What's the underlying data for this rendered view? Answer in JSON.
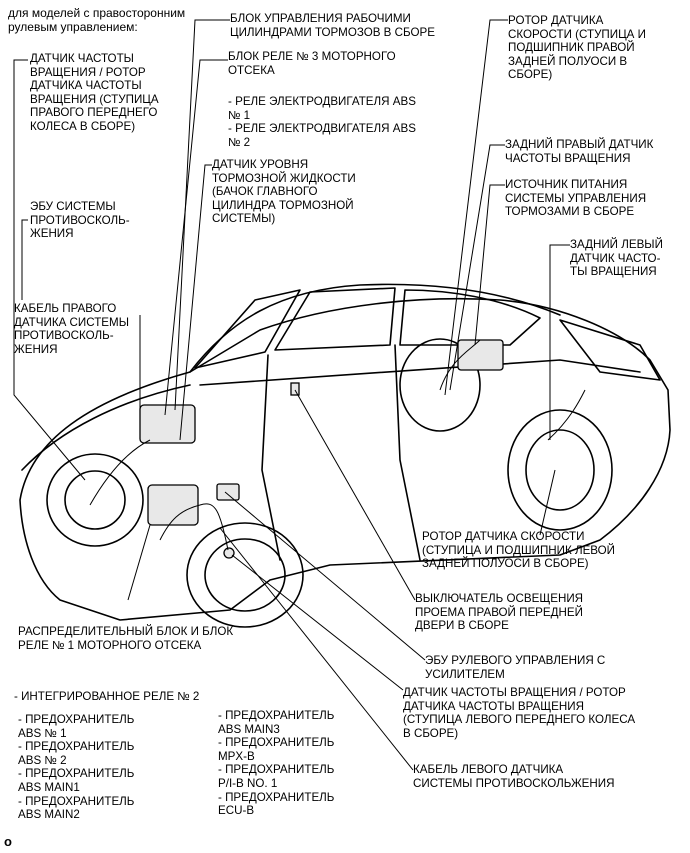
{
  "header": "для моделей с правосторонним\nрулевым управлением:",
  "labels": {
    "brake_actuator": "БЛОК УПРАВЛЕНИЯ РАБОЧИМИ\nЦИЛИНДРАМИ ТОРМОЗОВ В СБОРЕ",
    "relay_block_3": "БЛОК РЕЛЕ № 3 МОТОРНОГО\nОТСЕКА",
    "relay_list": "- РЕЛЕ ЭЛЕКТРОДВИГАТЕЛЯ ABS\n№ 1\n- РЕЛЕ ЭЛЕКТРОДВИГАТЕЛЯ ABS\n№ 2",
    "fluid_level": "ДАТЧИК УРОВНЯ\nТОРМОЗНОЙ ЖИДКОСТИ\n(БАЧОК ГЛАВНОГО\nЦИЛИНДРА ТОРМОЗНОЙ\nСИСТЕМЫ)",
    "front_right_sensor": "ДАТЧИК ЧАСТОТЫ\nВРАЩЕНИЯ / РОТОР\nДАТЧИКА ЧАСТОТЫ\nВРАЩЕНИЯ (СТУПИЦА\nПРАВОГО ПЕРЕДНЕГО\nКОЛЕСА В СБОРЕ)",
    "ecu_skid": "ЭБУ СИСТЕМЫ\nПРОТИВОСКОЛЬ-\nЖЕНИЯ",
    "cable_right": "КАБЕЛЬ ПРАВОГО\nДАТЧИКА СИСТЕМЫ\nПРОТИВОСКОЛЬ-\nЖЕНИЯ",
    "rotor_right_rear": "РОТОР ДАТЧИКА\nСКОРОСТИ (СТУПИЦА И\nПОДШИПНИК ПРАВОЙ\nЗАДНЕЙ ПОЛУОСИ В\nСБОРЕ)",
    "rear_right_sensor": "ЗАДНИЙ ПРАВЫЙ ДАТЧИК\nЧАСТОТЫ ВРАЩЕНИЯ",
    "power_source": "ИСТОЧНИК ПИТАНИЯ\nСИСТЕМЫ УПРАВЛЕНИЯ\nТОРМОЗАМИ В СБОРЕ",
    "rear_left_sensor": "ЗАДНИЙ ЛЕВЫЙ\nДАТЧИК ЧАСТО-\nТЫ ВРАЩЕНИЯ",
    "rotor_left_rear": "РОТОР ДАТЧИКА СКОРОСТИ\n(СТУПИЦА И ПОДШИПНИК ЛЕВОЙ\nЗАДНЕЙ ПОЛУОСИ В СБОРЕ)",
    "door_switch": "ВЫКЛЮЧАТЕЛЬ ОСВЕЩЕНИЯ\nПРОЕМА ПРАВОЙ ПЕРЕДНЕЙ\nДВЕРИ В СБОРЕ",
    "steering_ecu": "ЭБУ РУЛЕВОГО УПРАВЛЕНИЯ С\nУСИЛИТЕЛЕМ",
    "front_left_sensor": "ДАТЧИК ЧАСТОТЫ ВРАЩЕНИЯ / РОТОР\nДАТЧИКА ЧАСТОТЫ ВРАЩЕНИЯ\n(СТУПИЦА ЛЕВОГО ПЕРЕДНЕГО КОЛЕСА\nВ СБОРЕ)",
    "cable_left": "КАБЕЛЬ ЛЕВОГО ДАТЧИКА\nСИСТЕМЫ ПРОТИВОСКОЛЬЖЕНИЯ",
    "junction_block": "РАСПРЕДЕЛИТЕЛЬНЫЙ БЛОК И БЛОК\nРЕЛЕ № 1 МОТОРНОГО ОТСЕКА",
    "integrated_relay": "- ИНТЕГРИРОВАННОЕ РЕЛЕ № 2",
    "fuses_left": "- ПРЕДОХРАНИТЕЛЬ\nABS № 1\n- ПРЕДОХРАНИТЕЛЬ\nABS № 2\n- ПРЕДОХРАНИТЕЛЬ\nABS MAIN1\n- ПРЕДОХРАНИТЕЛЬ\nABS MAIN2",
    "fuses_right": "- ПРЕДОХРАНИТЕЛЬ\nABS MAIN3\n- ПРЕДОХРАНИТЕЛЬ\nMPX-B\n- ПРЕДОХРАНИТЕЛЬ\nP/I-B NO. 1\n- ПРЕДОХРАНИТЕЛЬ\nECU-B"
  },
  "corner_mark": "o"
}
